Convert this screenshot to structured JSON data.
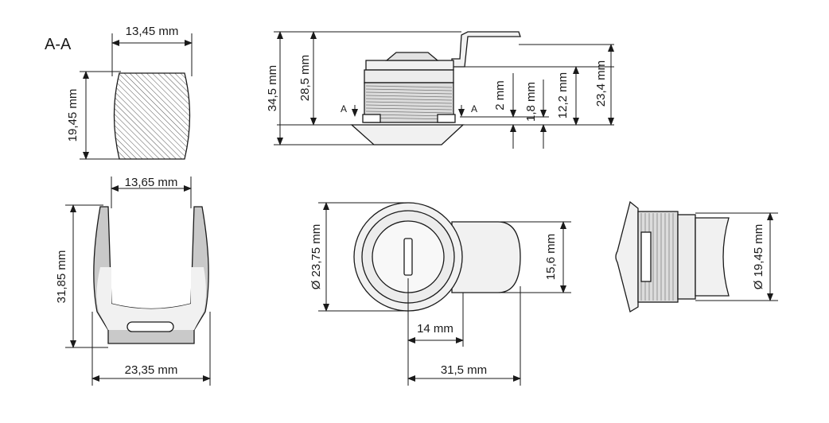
{
  "section_title": "A-A",
  "section_marker": "A",
  "dimensions": {
    "section_width": "13,45 mm",
    "section_height": "19,45 mm",
    "overall_height": "34,5 mm",
    "body_height": "28,5 mm",
    "flange_2": "2 mm",
    "flange_1_8": "1,8 mm",
    "thread_12_2": "12,2 mm",
    "height_23_4": "23,4 mm",
    "clip_width_top": "13,65 mm",
    "clip_height": "31,85 mm",
    "clip_width_bottom": "23,35 mm",
    "front_diameter": "Ø 23,75 mm",
    "cam_height": "15,6 mm",
    "offset_14": "14 mm",
    "cam_length": "31,5 mm",
    "side_diameter": "Ø 19,45 mm"
  },
  "colors": {
    "outline": "#1a1a1a",
    "light_fill": "#f1f1f1",
    "dark_fill": "#c9c9c9",
    "hatch": "#555555"
  }
}
